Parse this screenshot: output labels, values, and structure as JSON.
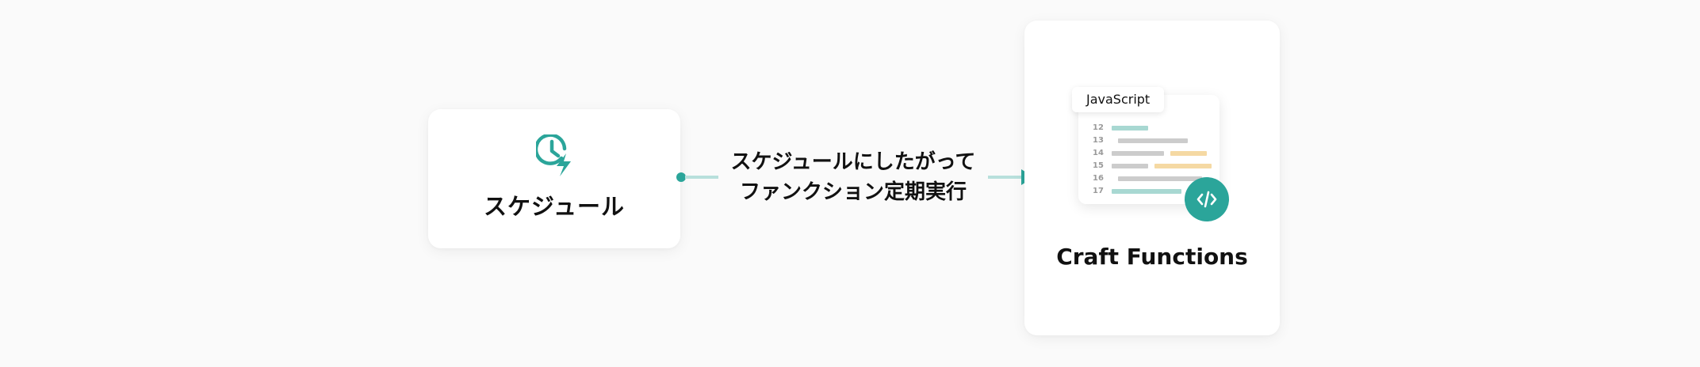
{
  "schedule": {
    "label": "スケジュール",
    "icon": "clock-lightning-icon"
  },
  "connector": {
    "line1": "スケジュールにしたがって",
    "line2": "ファンクション定期実行"
  },
  "craft": {
    "label": "Craft Functions",
    "language_tab": "JavaScript",
    "badge_icon": "code-icon",
    "line_numbers": [
      "12",
      "13",
      "14",
      "15",
      "16",
      "17"
    ]
  },
  "colors": {
    "accent": "#2ba59a",
    "accent_light": "#b8e0dc",
    "code_gray": "#cccccc",
    "code_yellow": "#f5d9a3",
    "code_teal": "#a8d8d2"
  }
}
